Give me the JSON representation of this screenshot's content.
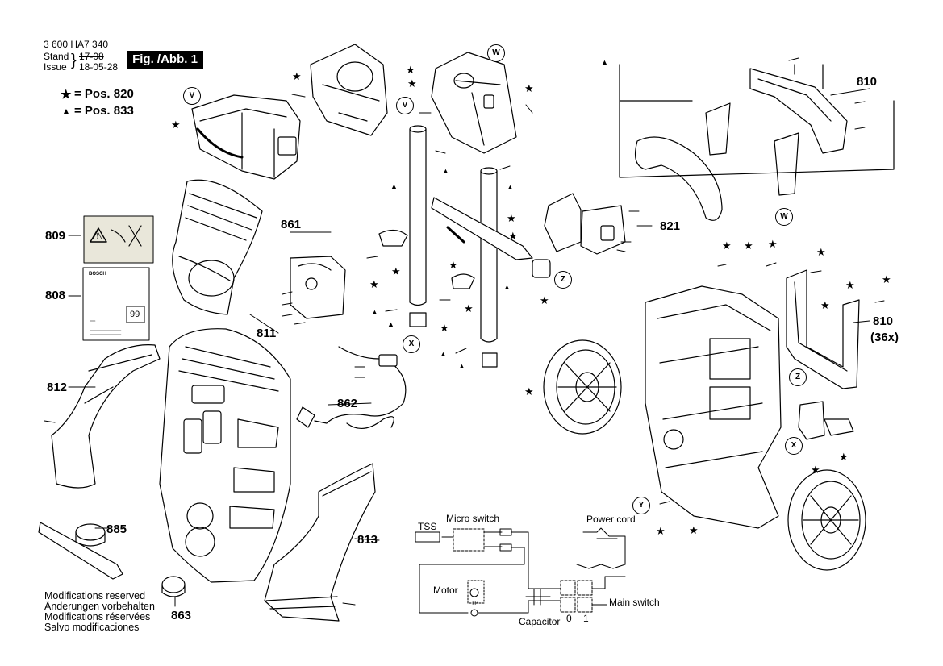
{
  "header": {
    "part_number": "3 600 HA7 340",
    "stand_label": "Stand",
    "issue_label": "Issue",
    "stand_value": "17-08",
    "issue_value": "18-05-28",
    "figure_label": "Fig. /Abb. 1"
  },
  "legend": {
    "star_text": "= Pos. 820",
    "triangle_text": "= Pos. 833"
  },
  "positions": {
    "p809": "809",
    "p808": "808",
    "p861": "861",
    "p811": "811",
    "p812": "812",
    "p862": "862",
    "p813": "813",
    "p885": "885",
    "p863": "863",
    "p810a": "810",
    "p821": "821",
    "p810b": "810",
    "p810b_qty": "(36x)"
  },
  "callouts": {
    "v1": "V",
    "v2": "V",
    "w1": "W",
    "w2": "W",
    "x1": "X",
    "x2": "X",
    "y1": "Y",
    "z1": "Z",
    "z2": "Z"
  },
  "circuit": {
    "micro_switch": "Micro switch",
    "tss": "TSS",
    "power_cord": "Power cord",
    "motor": "Motor",
    "main_switch": "Main switch",
    "capacitor": "Capacitor",
    "switch_off": "0",
    "switch_on": "1",
    "tp": "TP"
  },
  "label_808": {
    "brand": "BOSCH",
    "number": "99"
  },
  "modifications": {
    "en": "Modifications reserved",
    "de": "Änderungen vorbehalten",
    "fr": "Modifications réservées",
    "es": "Salvo modificaciones"
  }
}
